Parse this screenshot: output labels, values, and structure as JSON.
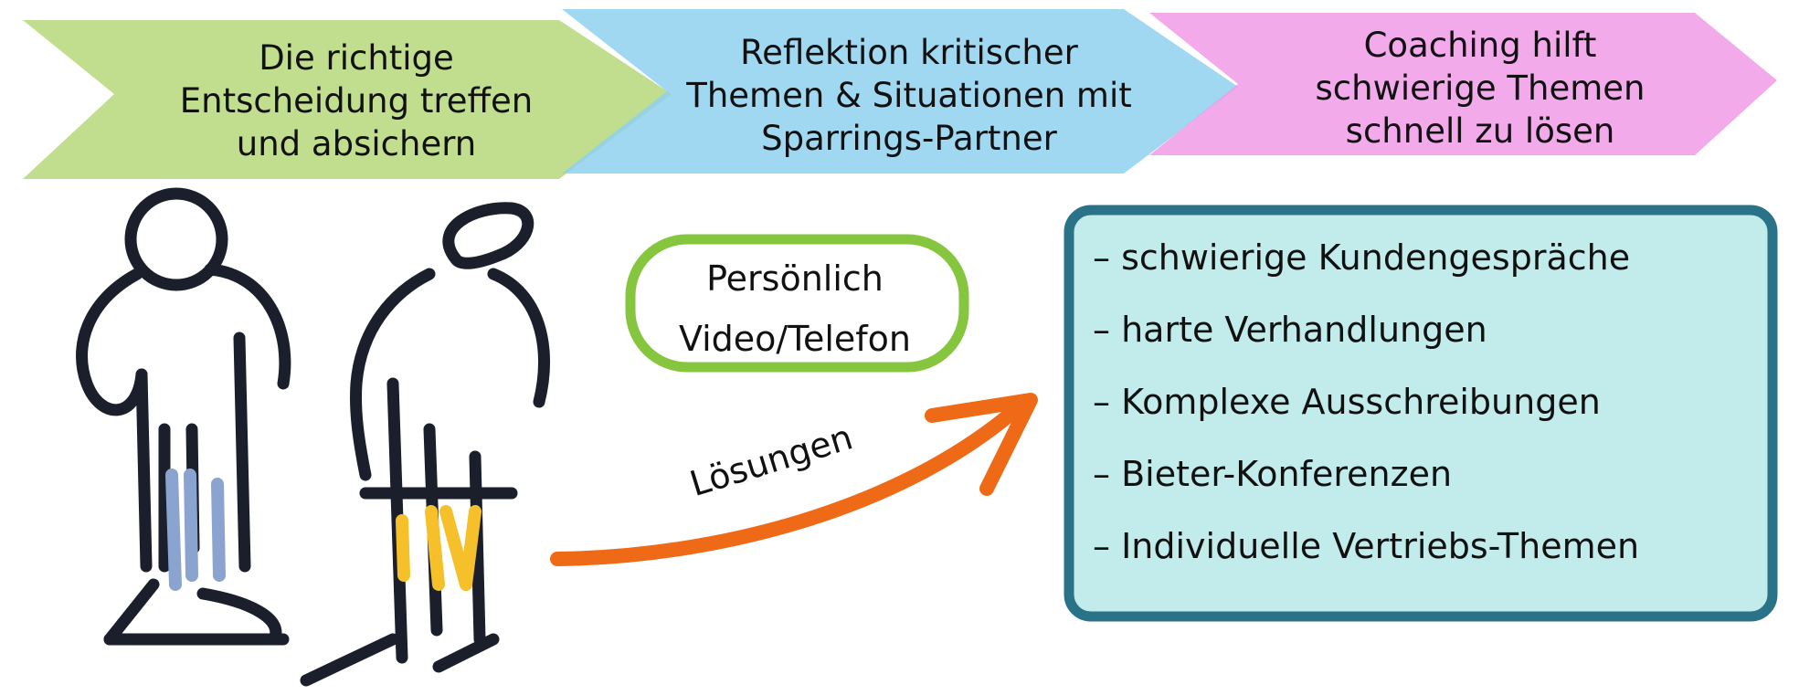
{
  "steps": [
    {
      "lines": [
        "Die richtige",
        "Entscheidung treffen",
        "und absichern"
      ],
      "color": "#b6d77a"
    },
    {
      "lines": [
        "Reflektion kritischer",
        "Themen & Situationen mit",
        "Sparrings-Partner"
      ],
      "color": "#8fd0ef"
    },
    {
      "lines": [
        "Coaching hilft",
        "schwierige Themen",
        "schnell zu lösen"
      ],
      "color": "#f09be6"
    }
  ],
  "formats": [
    "Persönlich",
    "Video/Telefon"
  ],
  "arrow_label": "Lösungen",
  "topics": [
    "– schwierige Kundengespräche",
    "– harte Verhandlungen",
    "– Komplexe Ausschreibungen",
    "– Bieter-Konferenzen",
    "– Individuelle Vertriebs-Themen"
  ],
  "colors": {
    "pill_border": "#86c63f",
    "box_border": "#2a7287",
    "box_fill": "#c2ecec",
    "arrow": "#ef6a16",
    "figure_stroke": "#1b1f2b",
    "figure1_accent": "#8aa4cf",
    "figure2_accent": "#f5c02a"
  },
  "icons": [
    "person-figure-icon",
    "person-figure-icon",
    "curved-arrow-icon"
  ]
}
